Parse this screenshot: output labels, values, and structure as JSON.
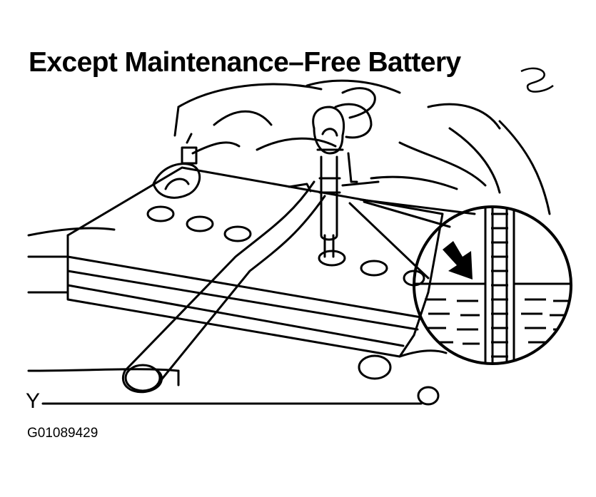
{
  "figure": {
    "title": "Except Maintenance–Free Battery",
    "code": "G01089429",
    "callout_letter": "Y"
  },
  "icons": {
    "level_arrow": "down-right-arrow-icon"
  },
  "colors": {
    "ink": "#000000",
    "paper": "#ffffff"
  }
}
